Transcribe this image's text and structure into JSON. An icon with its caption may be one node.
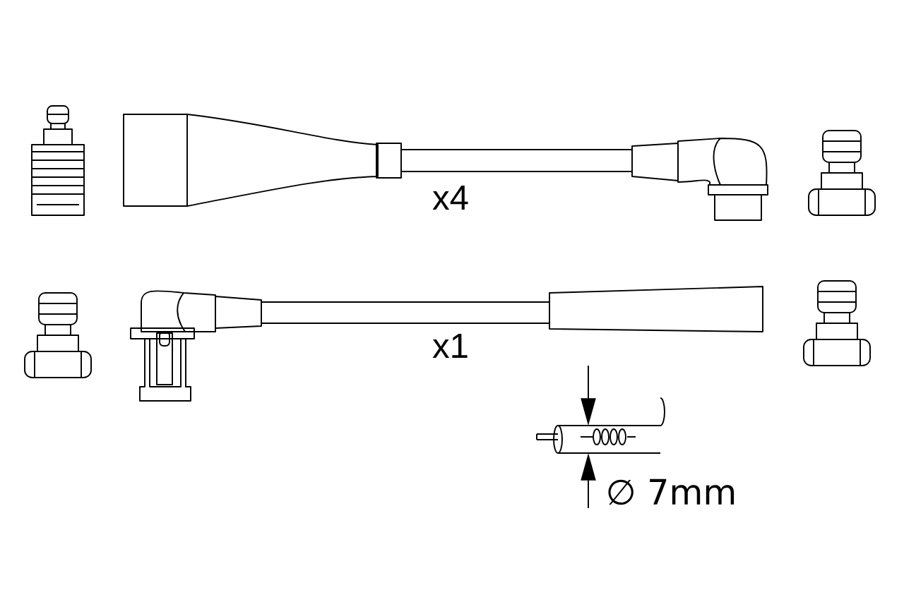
{
  "diagram": {
    "labels": [
      "x4",
      "x1",
      "∅ 7mm"
    ]
  }
}
